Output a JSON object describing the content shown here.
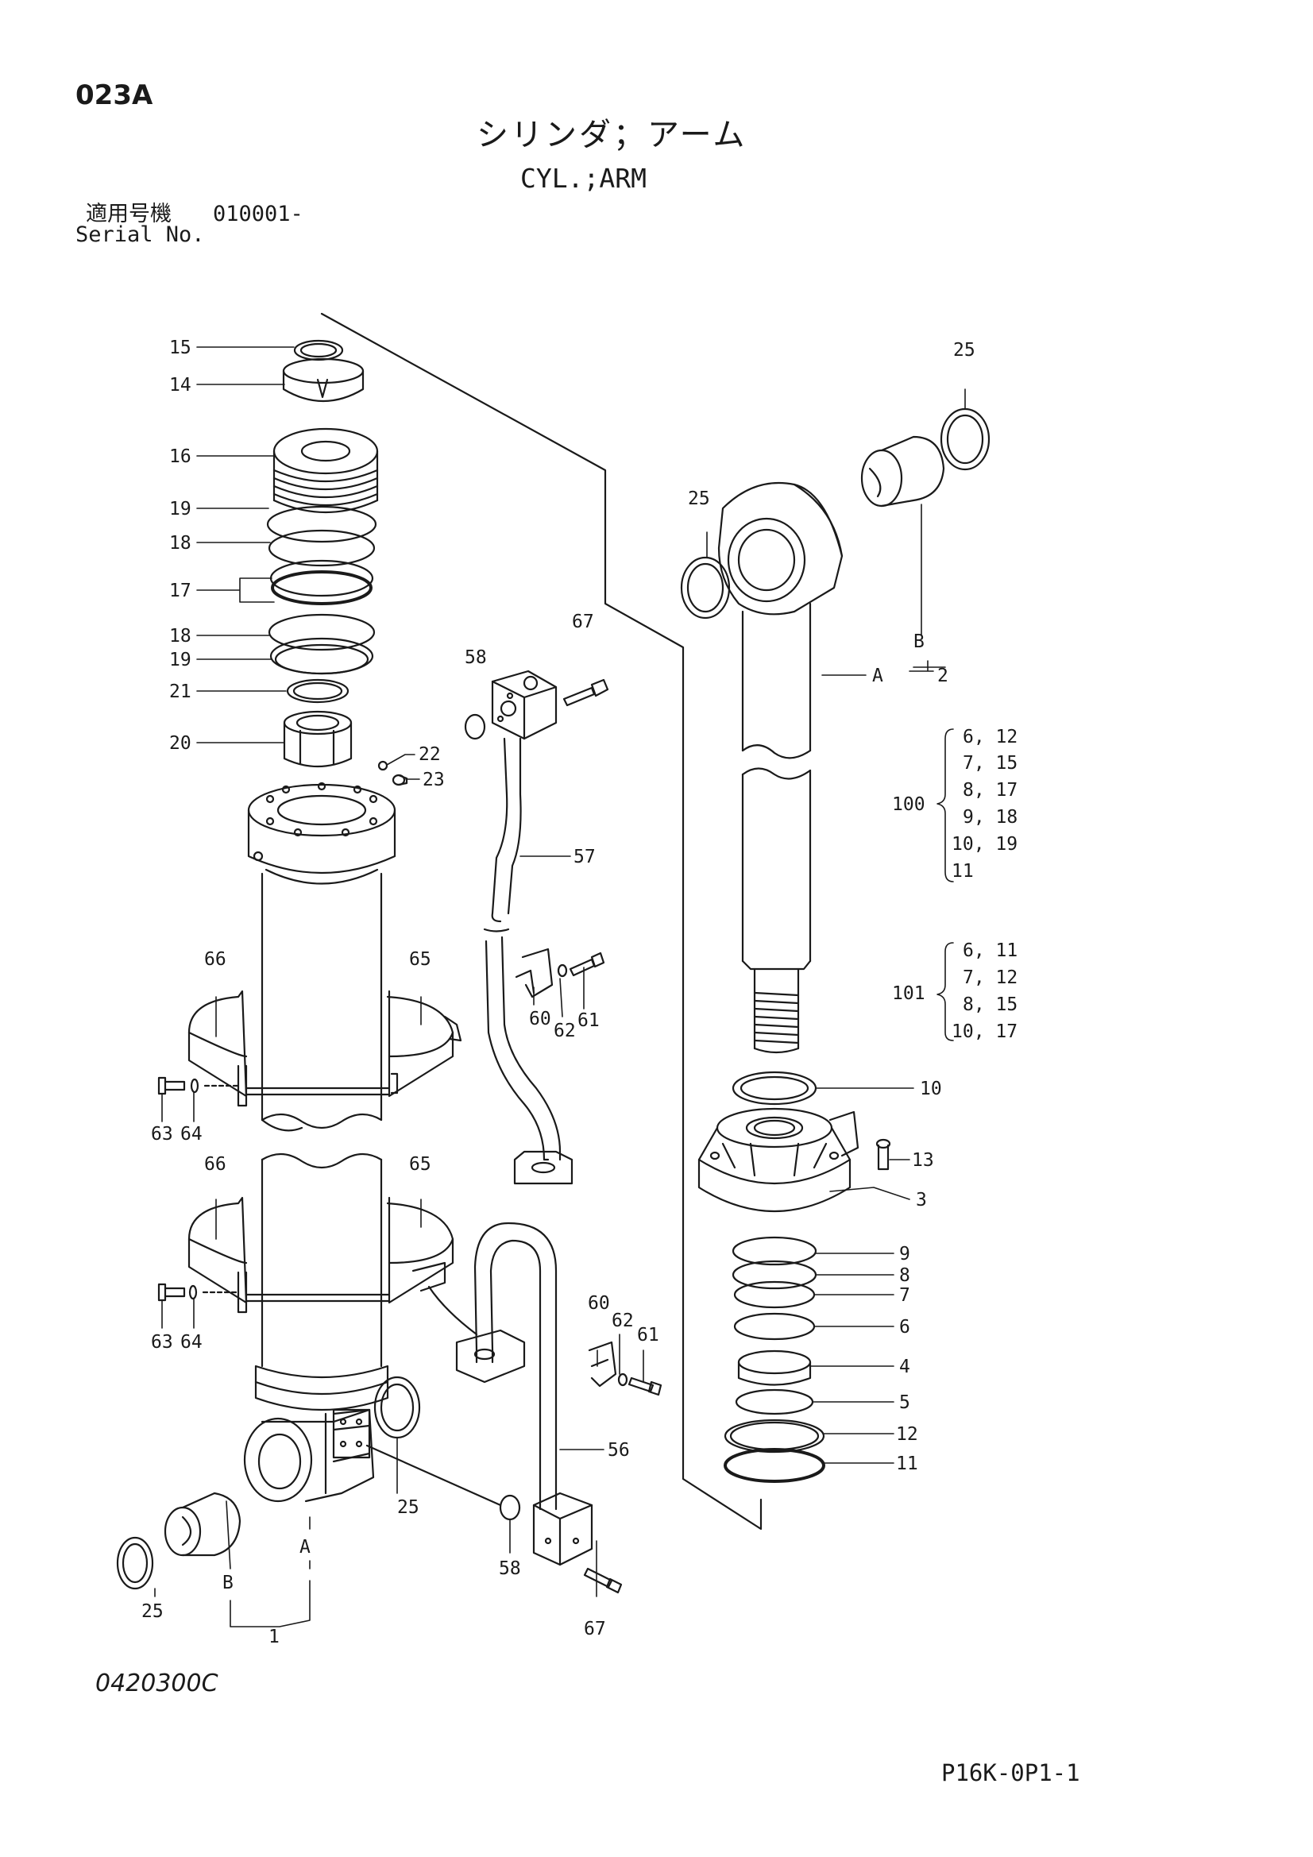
{
  "header": {
    "page_code": "023A",
    "title_jp": "シリンダ；アーム",
    "title_en": "CYL.;ARM",
    "serial_label_jp": "適用号機",
    "serial_value": "010001-",
    "serial_label_en": "Serial No."
  },
  "footer": {
    "illustration_code": "0420300C",
    "page_ref": "P16K-0P1-1"
  },
  "callouts": {
    "n1": "1",
    "n2": "2",
    "n3": "3",
    "n4": "4",
    "n5": "5",
    "n6": "6",
    "n7": "7",
    "n8": "8",
    "n9": "9",
    "n10": "10",
    "n11": "11",
    "n12": "12",
    "n13": "13",
    "n14": "14",
    "n15": "15",
    "n16": "16",
    "n17": "17",
    "n18": "18",
    "n19": "19",
    "n20": "20",
    "n21": "21",
    "n22": "22",
    "n23": "23",
    "n25": "25",
    "n56": "56",
    "n57": "57",
    "n58": "58",
    "n60": "60",
    "n61": "61",
    "n62": "62",
    "n63": "63",
    "n64": "64",
    "n65": "65",
    "n66": "66",
    "n67": "67",
    "A": "A",
    "B": "B"
  },
  "kits": {
    "kit100": {
      "label": "100",
      "lines": [
        "6, 12",
        "7, 15",
        "8, 17",
        "9, 18",
        "10, 19",
        "11"
      ]
    },
    "kit101": {
      "label": "101",
      "lines": [
        "6, 11",
        "7, 12",
        "8, 15",
        "10, 17"
      ]
    }
  }
}
